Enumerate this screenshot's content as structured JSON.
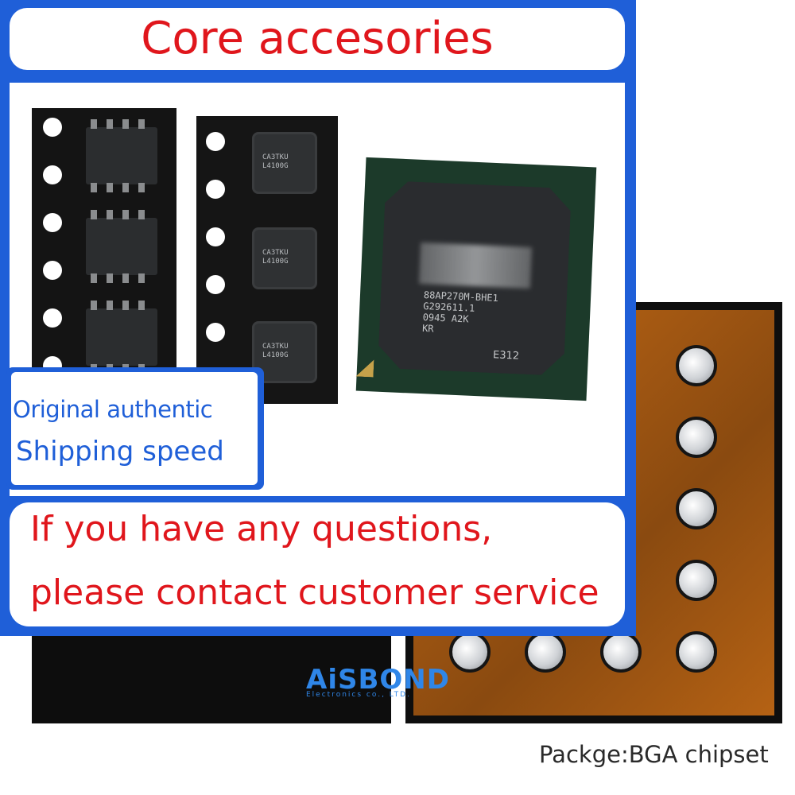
{
  "title": "Core accesories",
  "info": {
    "line1": "Original authentic",
    "line2": "Shipping speed"
  },
  "contact": {
    "line1": "If you have any questions,",
    "line2": "please contact customer service"
  },
  "package_label": "Packge:BGA chipset",
  "chip_markings": {
    "qfn_code": "CA3TKU\nL4100G",
    "bga_code": "88AP270M-BHE1\nG292611.1\n0945 A2K\nKR",
    "bga_label": "E312"
  },
  "logo": {
    "brand": "AiSBOND",
    "sub": "Electronics co., LTD."
  },
  "colors": {
    "accent_blue": "#1f5fd8",
    "title_red": "#e0161c",
    "logo_blue": "#2f86e8"
  }
}
